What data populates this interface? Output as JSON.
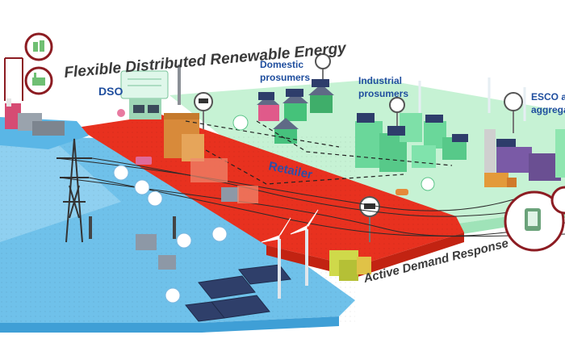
{
  "title": "Flexible Distributed Renewable Energy",
  "labels": {
    "dso": "DSO",
    "domestic": "Domestic",
    "domestic_2": "prosumers",
    "industrial": "Industrial",
    "industrial_2": "prosumers",
    "esco": "ESCO a",
    "esco_2": "aggrega",
    "retailer": "Retailer",
    "adr": "Active Demand Response"
  },
  "colors": {
    "title": "#3a3a3a",
    "label_blue": "#1f4e9e",
    "retailer": "#2b4ea8",
    "red_zone": "#e8311f",
    "red_dark": "#c92616",
    "blue_zone": "#57b2e4",
    "blue_light": "#a6d8f2",
    "green_zone": "#bff0cf",
    "green_mid": "#7fdca0",
    "badge_border": "#8c1c22"
  },
  "icons": [
    "power-plant-icon",
    "factory-icon",
    "phone-icon",
    "meter-icon",
    "wind-turbine-icon",
    "solar-panel-icon",
    "pylon-icon",
    "house-icon",
    "tree-icon",
    "transformer-icon",
    "car-icon",
    "truck-icon"
  ]
}
